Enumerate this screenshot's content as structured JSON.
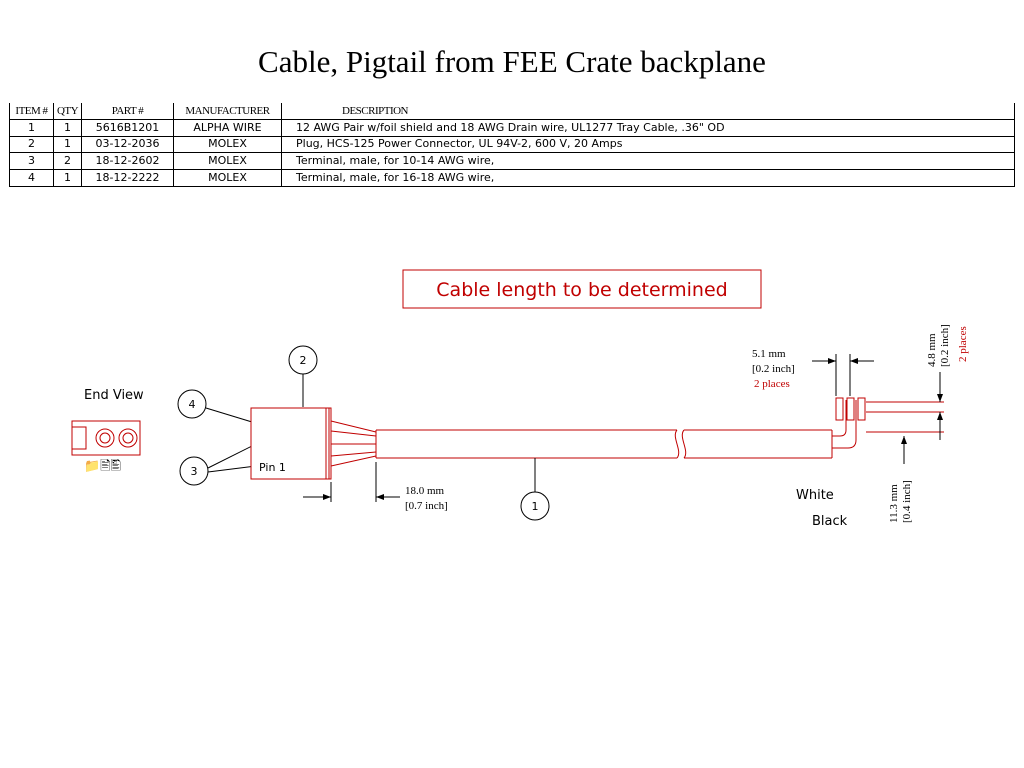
{
  "title": "Cable, Pigtail from FEE Crate backplane",
  "bom": {
    "headers": [
      "ITEM #",
      "QTY",
      "PART #",
      "MANUFACTURER",
      "DESCRIPTION"
    ],
    "rows": [
      [
        "1",
        "1",
        "5616B1201",
        "ALPHA WIRE",
        "12 AWG Pair w/foil shield and 18 AWG Drain wire, UL1277 Tray Cable, .36\" OD"
      ],
      [
        "2",
        "1",
        "03-12-2036",
        "MOLEX",
        "Plug, HCS-125 Power Connector, UL 94V-2, 600 V, 20 Amps"
      ],
      [
        "3",
        "2",
        "18-12-2602",
        "MOLEX",
        "Terminal, male, for 10-14 AWG wire,"
      ],
      [
        "4",
        "1",
        "18-12-2222",
        "MOLEX",
        "Terminal, male, for 16-18 AWG wire,"
      ]
    ]
  },
  "diagram": {
    "note": "Cable length to be determined",
    "callouts": [
      "1",
      "2",
      "3",
      "4"
    ],
    "pin_label": "Pin 1",
    "end_view_label": "End View",
    "end_view_symbols": "📁🖹🖺",
    "dims": {
      "strip": {
        "mm": "5.1 mm",
        "inch": "[0.2 inch]",
        "places": "2 places"
      },
      "conductor": {
        "mm": "4.8 mm",
        "inch": "[0.2 inch]",
        "places": "2 places"
      },
      "boot": {
        "mm": "18.0 mm",
        "inch": "[0.7 inch]"
      },
      "lead": {
        "mm": "11.3 mm",
        "inch": "[0.4 inch]"
      }
    },
    "wire_white": "White",
    "wire_black": "Black"
  },
  "colors": {
    "line": "#c00000",
    "text_red": "#c00000",
    "ink": "#000000"
  }
}
